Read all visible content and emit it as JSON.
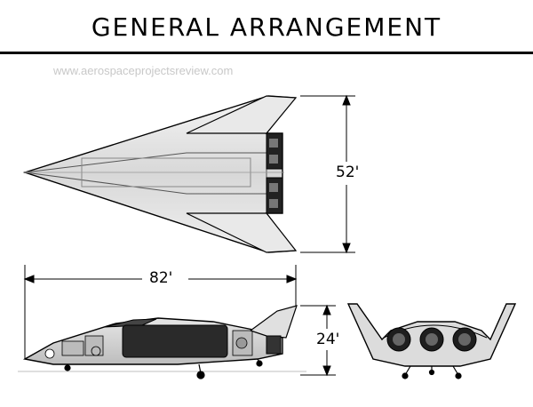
{
  "title": "GENERAL ARRANGEMENT",
  "watermark": "www.aerospaceprojectsreview.com",
  "dimensions": {
    "span": "52'",
    "length": "82'",
    "height": "24'"
  }
}
